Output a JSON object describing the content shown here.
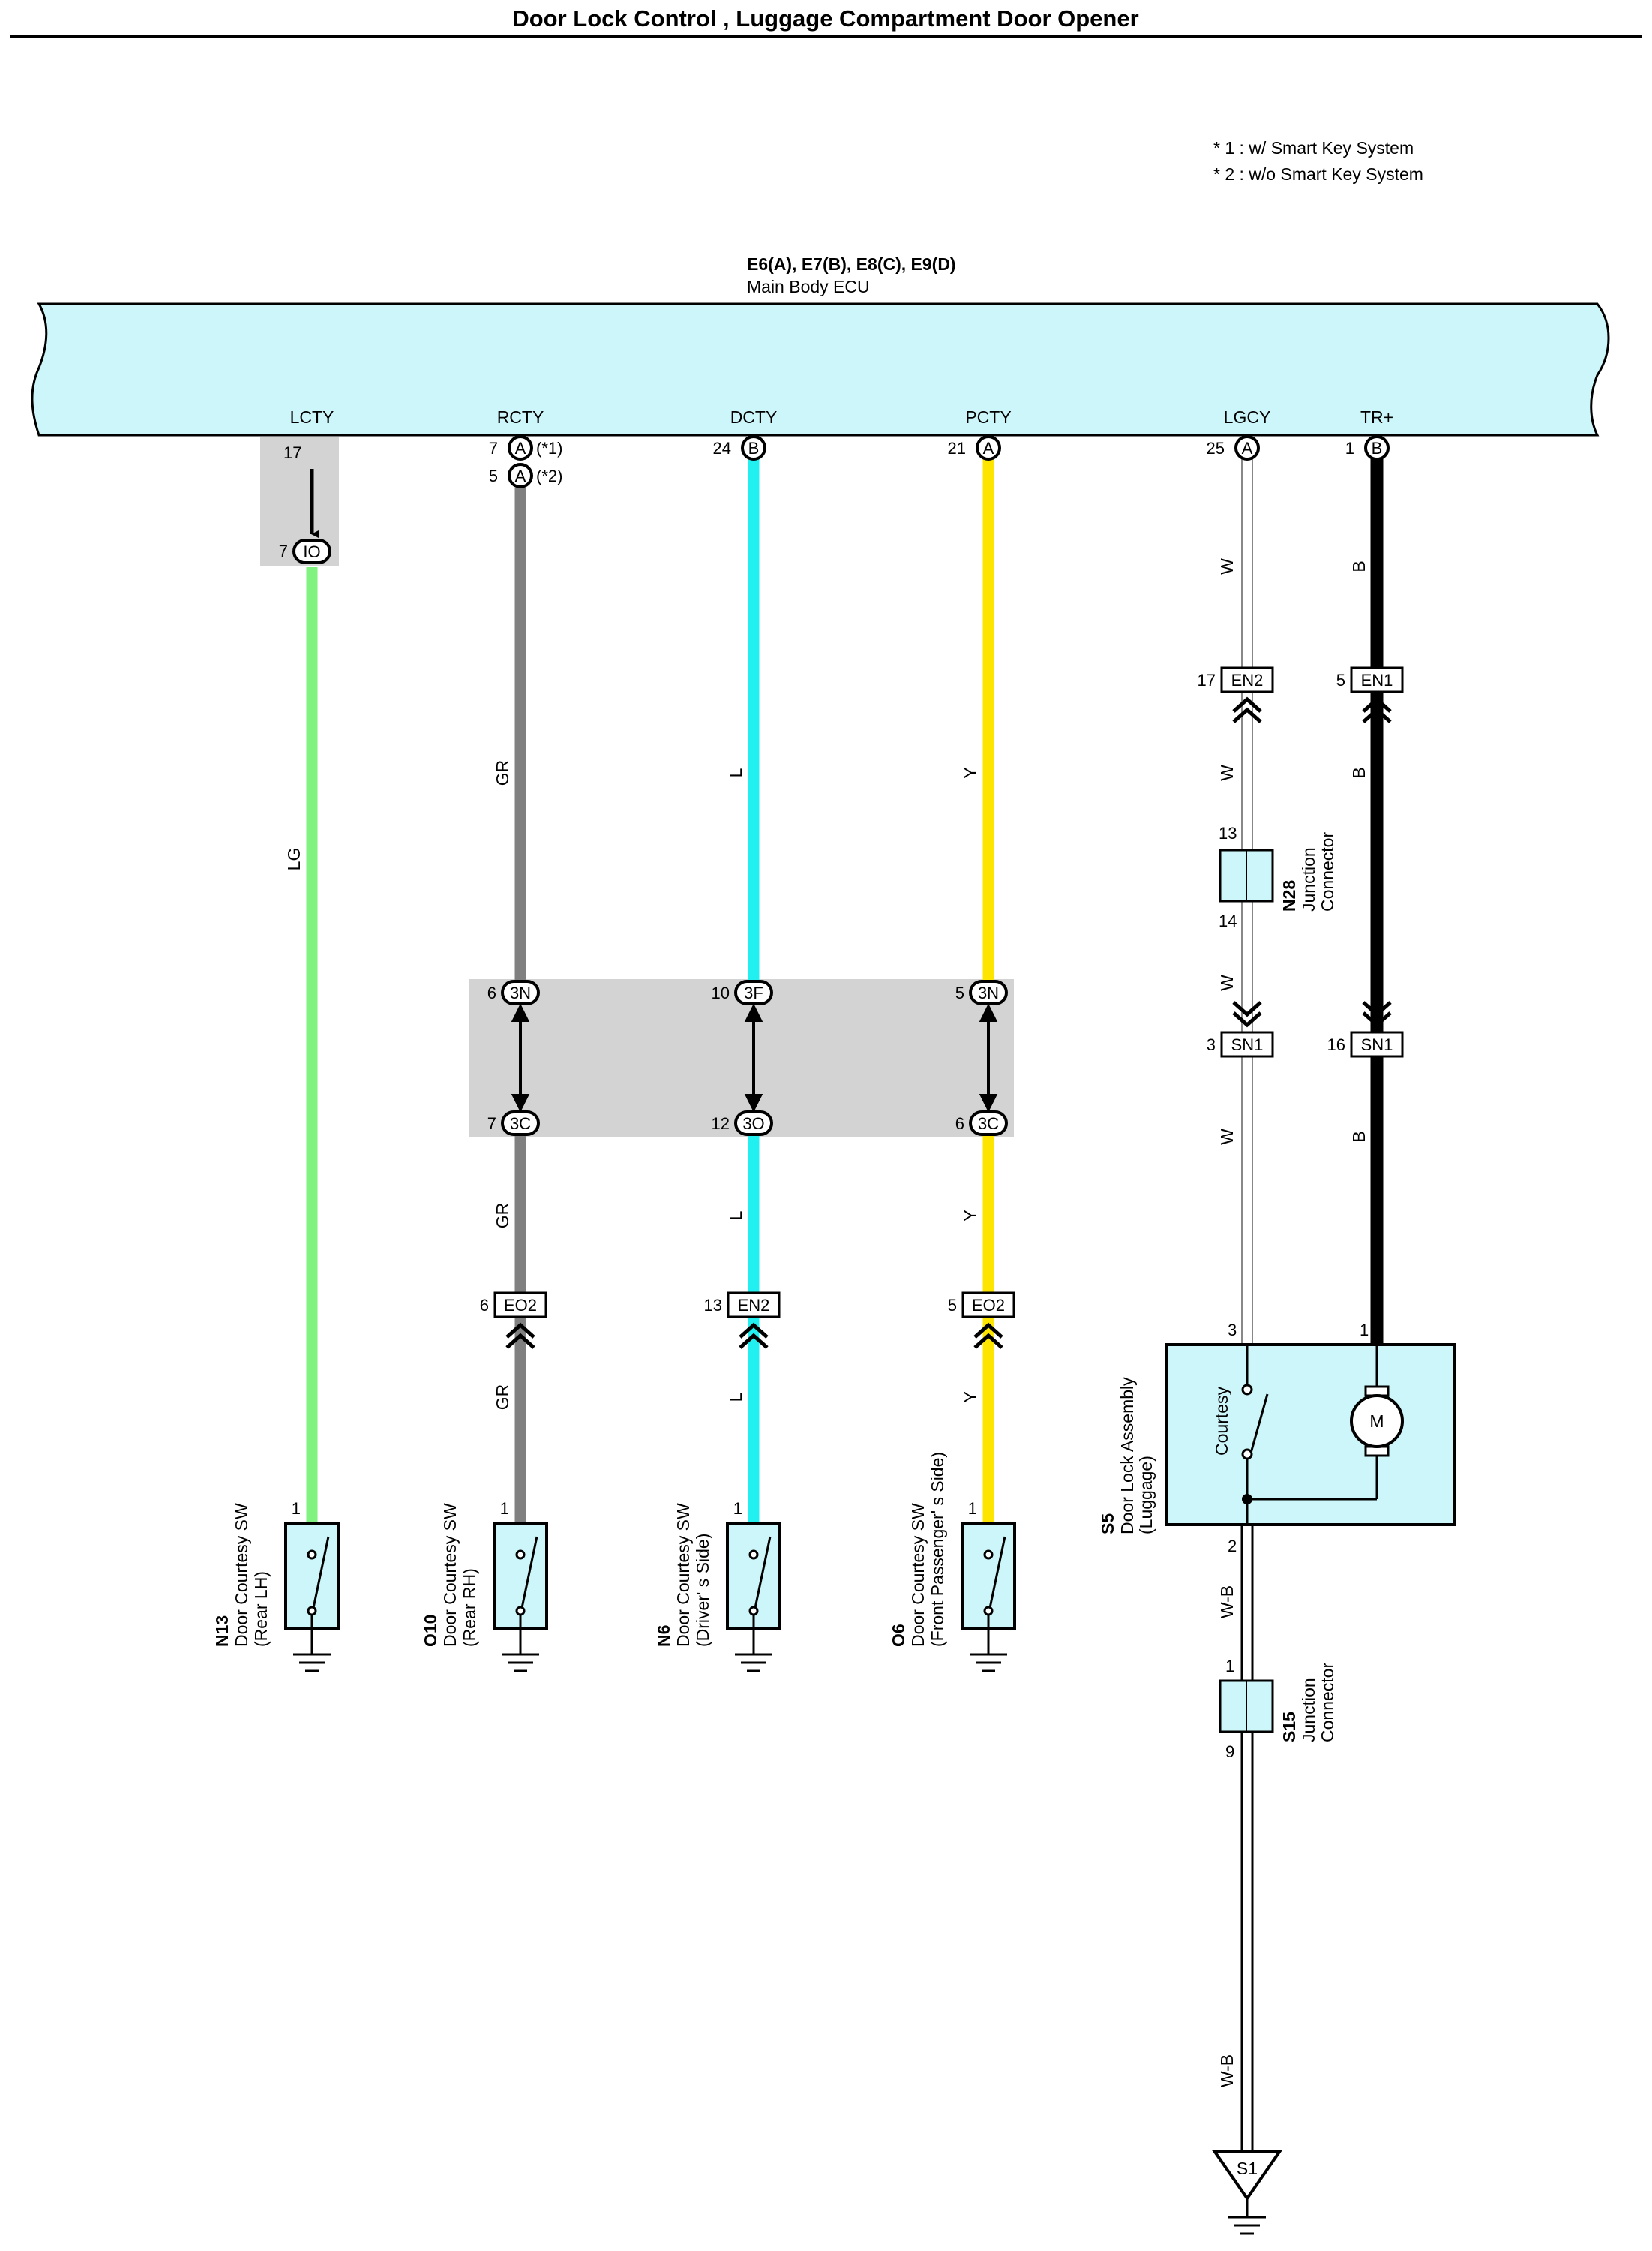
{
  "title": "Door Lock Control , Luggage Compartment Door Opener",
  "notes": [
    "* 1 : w/ Smart Key System",
    "* 2 : w/o Smart Key System"
  ],
  "ecu": {
    "id": "E6(A), E7(B), E8(C), E9(D)",
    "name": "Main Body ECU"
  },
  "colors": {
    "ecu_fill": "#ccf6f9",
    "component_fill": "#ccf6f9",
    "junction_shade": "#d3d3d3",
    "LG": "#7ff27f",
    "GR": "#808080",
    "L": "#22f0f0",
    "Y": "#fde500",
    "W": "#ffffff",
    "B": "#000000"
  },
  "terminals": [
    "LCTY",
    "RCTY",
    "DCTY",
    "PCTY",
    "LGCY",
    "TR+"
  ],
  "ecu_pins": {
    "lcty": {
      "pin": "17"
    },
    "rcty": {
      "pin1": "7",
      "conn1": "A",
      "note1": "(*1)",
      "pin2": "5",
      "conn2": "A",
      "note2": "(*2)"
    },
    "dcty": {
      "pin": "24",
      "conn": "B"
    },
    "pcty": {
      "pin": "21",
      "conn": "A"
    },
    "lgcy": {
      "pin": "25",
      "conn": "A"
    },
    "trp": {
      "pin": "1",
      "conn": "B"
    }
  },
  "junctions": {
    "io": {
      "pin": "7",
      "label": "IO"
    },
    "rcty_top": {
      "pin": "6",
      "label": "3N"
    },
    "rcty_bot": {
      "pin": "7",
      "label": "3C"
    },
    "dcty_top": {
      "pin": "10",
      "label": "3F"
    },
    "dcty_bot": {
      "pin": "12",
      "label": "3O"
    },
    "pcty_top": {
      "pin": "5",
      "label": "3N"
    },
    "pcty_bot": {
      "pin": "6",
      "label": "3C"
    }
  },
  "inline_connectors": {
    "rcty": {
      "pin": "6",
      "label": "EO2"
    },
    "dcty": {
      "pin": "13",
      "label": "EN2"
    },
    "pcty": {
      "pin": "5",
      "label": "EO2"
    },
    "lgcy_en2": {
      "pin": "17",
      "label": "EN2"
    },
    "trp_en1": {
      "pin": "5",
      "label": "EN1"
    },
    "lgcy_sn1": {
      "pin": "3",
      "label": "SN1"
    },
    "trp_sn1": {
      "pin": "16",
      "label": "SN1"
    }
  },
  "wire_colors": {
    "lcty": "LG",
    "rcty": "GR",
    "dcty": "L",
    "pcty": "Y",
    "lgcy": "W",
    "trp": "B",
    "ground": "W-B"
  },
  "switches": [
    {
      "code": "N13",
      "line1": "Door Courtesy SW",
      "line2": "(Rear LH)",
      "pin": "1"
    },
    {
      "code": "O10",
      "line1": "Door Courtesy SW",
      "line2": "(Rear RH)",
      "pin": "1"
    },
    {
      "code": "N6",
      "line1": "Door Courtesy SW",
      "line2": "(Driver' s Side)",
      "pin": "1"
    },
    {
      "code": "O6",
      "line1": "Door Courtesy SW",
      "line2": "(Front Passenger' s Side)",
      "pin": "1"
    }
  ],
  "n28": {
    "code": "N28",
    "line1": "Junction",
    "line2": "Connector",
    "pin_top": "13",
    "pin_bot": "14"
  },
  "s15": {
    "code": "S15",
    "line1": "Junction",
    "line2": "Connector",
    "pin_top": "1",
    "pin_bot": "9"
  },
  "s5": {
    "code": "S5",
    "line1": "Door Lock Assembly",
    "line2": "(Luggage)",
    "switch_label": "Courtesy",
    "motor_label": "M",
    "pin_w": "3",
    "pin_b": "1",
    "pin_out": "2"
  },
  "ground_point": "S1"
}
